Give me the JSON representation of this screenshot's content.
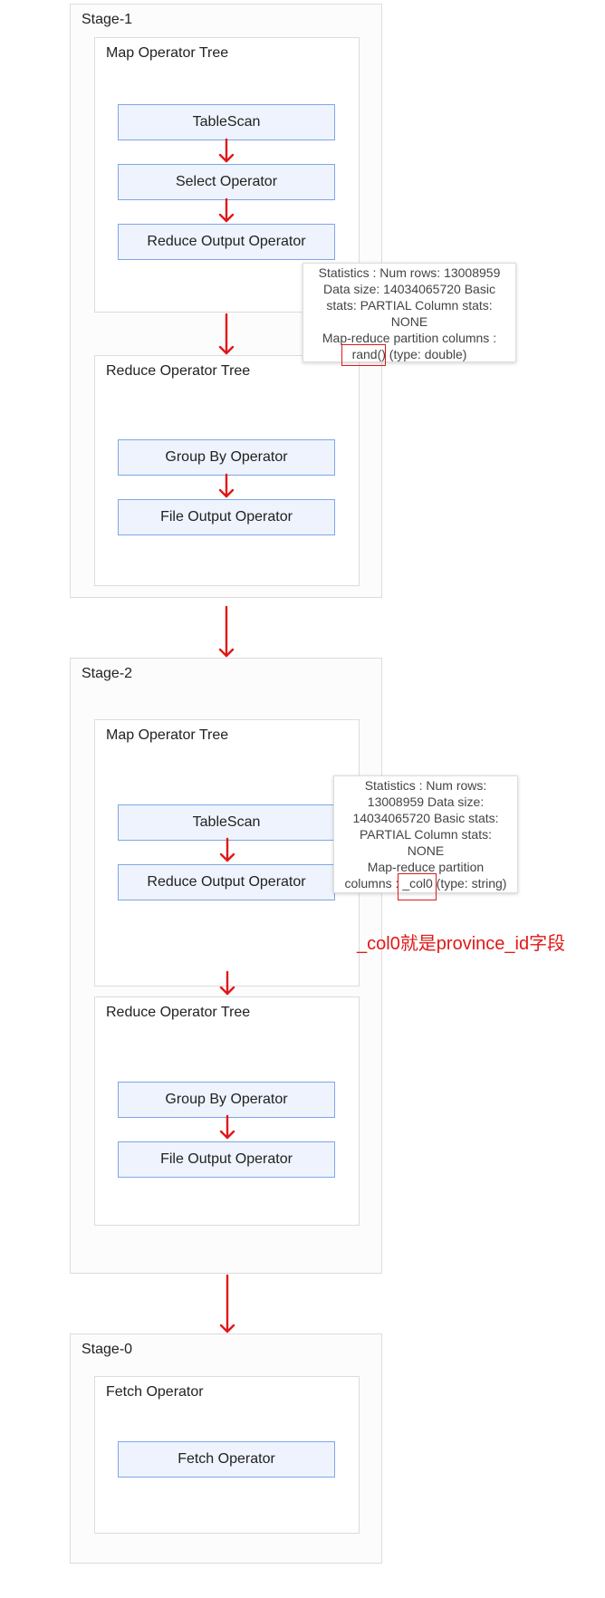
{
  "stage1": {
    "title": "Stage-1",
    "map_tree": {
      "title": "Map Operator Tree",
      "ops": [
        "TableScan",
        "Select Operator",
        "Reduce Output Operator"
      ]
    },
    "reduce_tree": {
      "title": "Reduce Operator Tree",
      "ops": [
        "Group By Operator",
        "File Output Operator"
      ]
    }
  },
  "stage2": {
    "title": "Stage-2",
    "map_tree": {
      "title": "Map Operator Tree",
      "ops": [
        "TableScan",
        "Reduce Output Operator"
      ]
    },
    "reduce_tree": {
      "title": "Reduce Operator Tree",
      "ops": [
        "Group By Operator",
        "File Output Operator"
      ]
    }
  },
  "stage0": {
    "title": "Stage-0",
    "fetch_tree": {
      "title": "Fetch Operator",
      "ops": [
        "Fetch Operator"
      ]
    }
  },
  "tooltip1": {
    "lines": [
      "Statistics : Num rows: 13008959",
      "Data size: 14034065720 Basic",
      "stats: PARTIAL Column stats:",
      "NONE",
      "Map-reduce partition columns :"
    ],
    "last_highlight": "rand()",
    "last_rest": " (type: double)"
  },
  "tooltip2": {
    "lines": [
      "Statistics : Num rows:",
      "13008959 Data size:",
      "14034065720 Basic stats:",
      "PARTIAL Column stats:",
      "NONE",
      "Map-reduce partition"
    ],
    "last_prefix": "columns : ",
    "last_highlight": "_col0",
    "last_rest": " (type: string)"
  },
  "annotation": "_col0就是province_id字段",
  "colors": {
    "arrow": "#e01818",
    "op_border": "#7ea6e8",
    "op_fill": "#eef3fd",
    "highlight": "#e01818"
  }
}
